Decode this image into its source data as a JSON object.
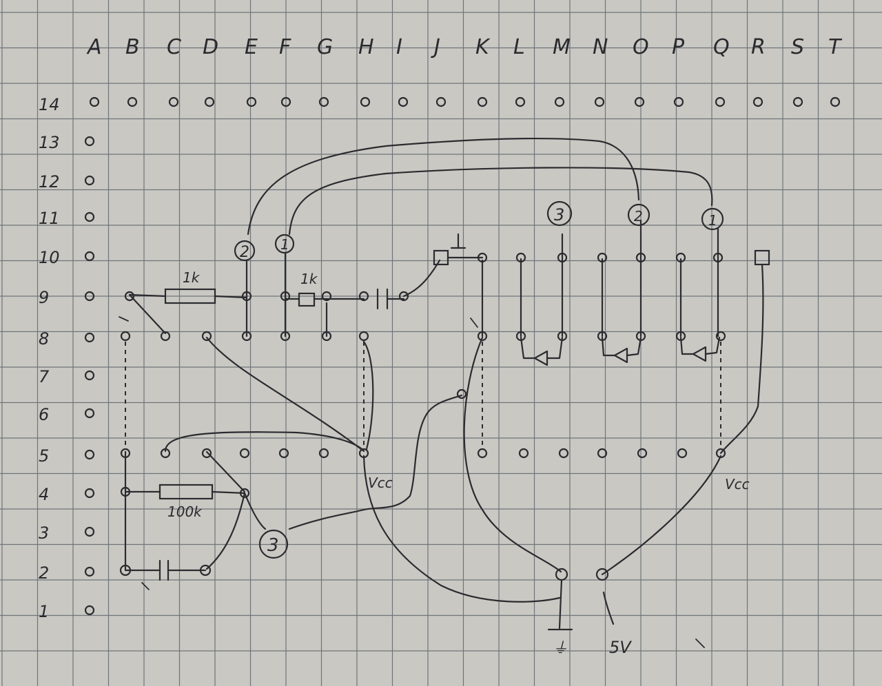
{
  "column_letters": [
    "A",
    "B",
    "C",
    "D",
    "E",
    "F",
    "G",
    "H",
    "I",
    "J",
    "K",
    "L",
    "M",
    "N",
    "O",
    "P",
    "Q",
    "R",
    "S",
    "T"
  ],
  "row_numbers": [
    "14",
    "13",
    "12",
    "11",
    "10",
    "9",
    "8",
    "7",
    "6",
    "5",
    "4",
    "3",
    "2",
    "1"
  ],
  "labels": {
    "res1k_top": "1k",
    "res1k_small": "1k",
    "res100k": "100k",
    "vcc_left": "Vcc",
    "vcc_right": "Vcc",
    "ground": "⏚",
    "five_v": "5V",
    "circ_2_left": "2",
    "circ_1_left": "1",
    "circ_3_top": "3",
    "circ_2_right": "2",
    "circ_1_right": "1",
    "circ_3_bottom": "3"
  },
  "colors": {
    "paper": "#c9c8c3",
    "grid": "#6f7478",
    "ink": "#2b2b2f"
  }
}
